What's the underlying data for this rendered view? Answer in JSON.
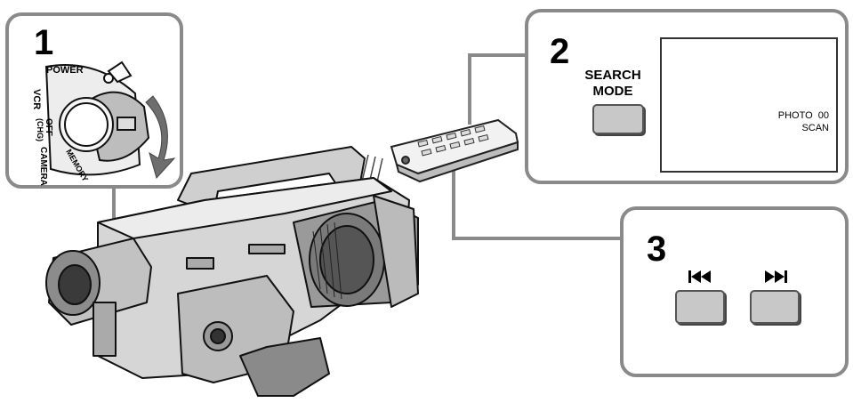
{
  "step1": {
    "number": "1",
    "switch_labels": {
      "power": "POWER",
      "vcr": "VCR",
      "off": "OFF",
      "chg": "(CHG)",
      "camera": "CAMERA",
      "memory": "MEMORY"
    }
  },
  "step2": {
    "number": "2",
    "button_label_line1": "SEARCH",
    "button_label_line2": "MODE",
    "screen_line1": "PHOTO  00",
    "screen_line2": "SCAN"
  },
  "step3": {
    "number": "3",
    "prev_symbol": "⏮",
    "next_symbol": "⏭"
  },
  "colors": {
    "panel_border": "#8a8a8a",
    "button_fill": "#c8c8c8",
    "connector_line": "#8a8a8a"
  }
}
